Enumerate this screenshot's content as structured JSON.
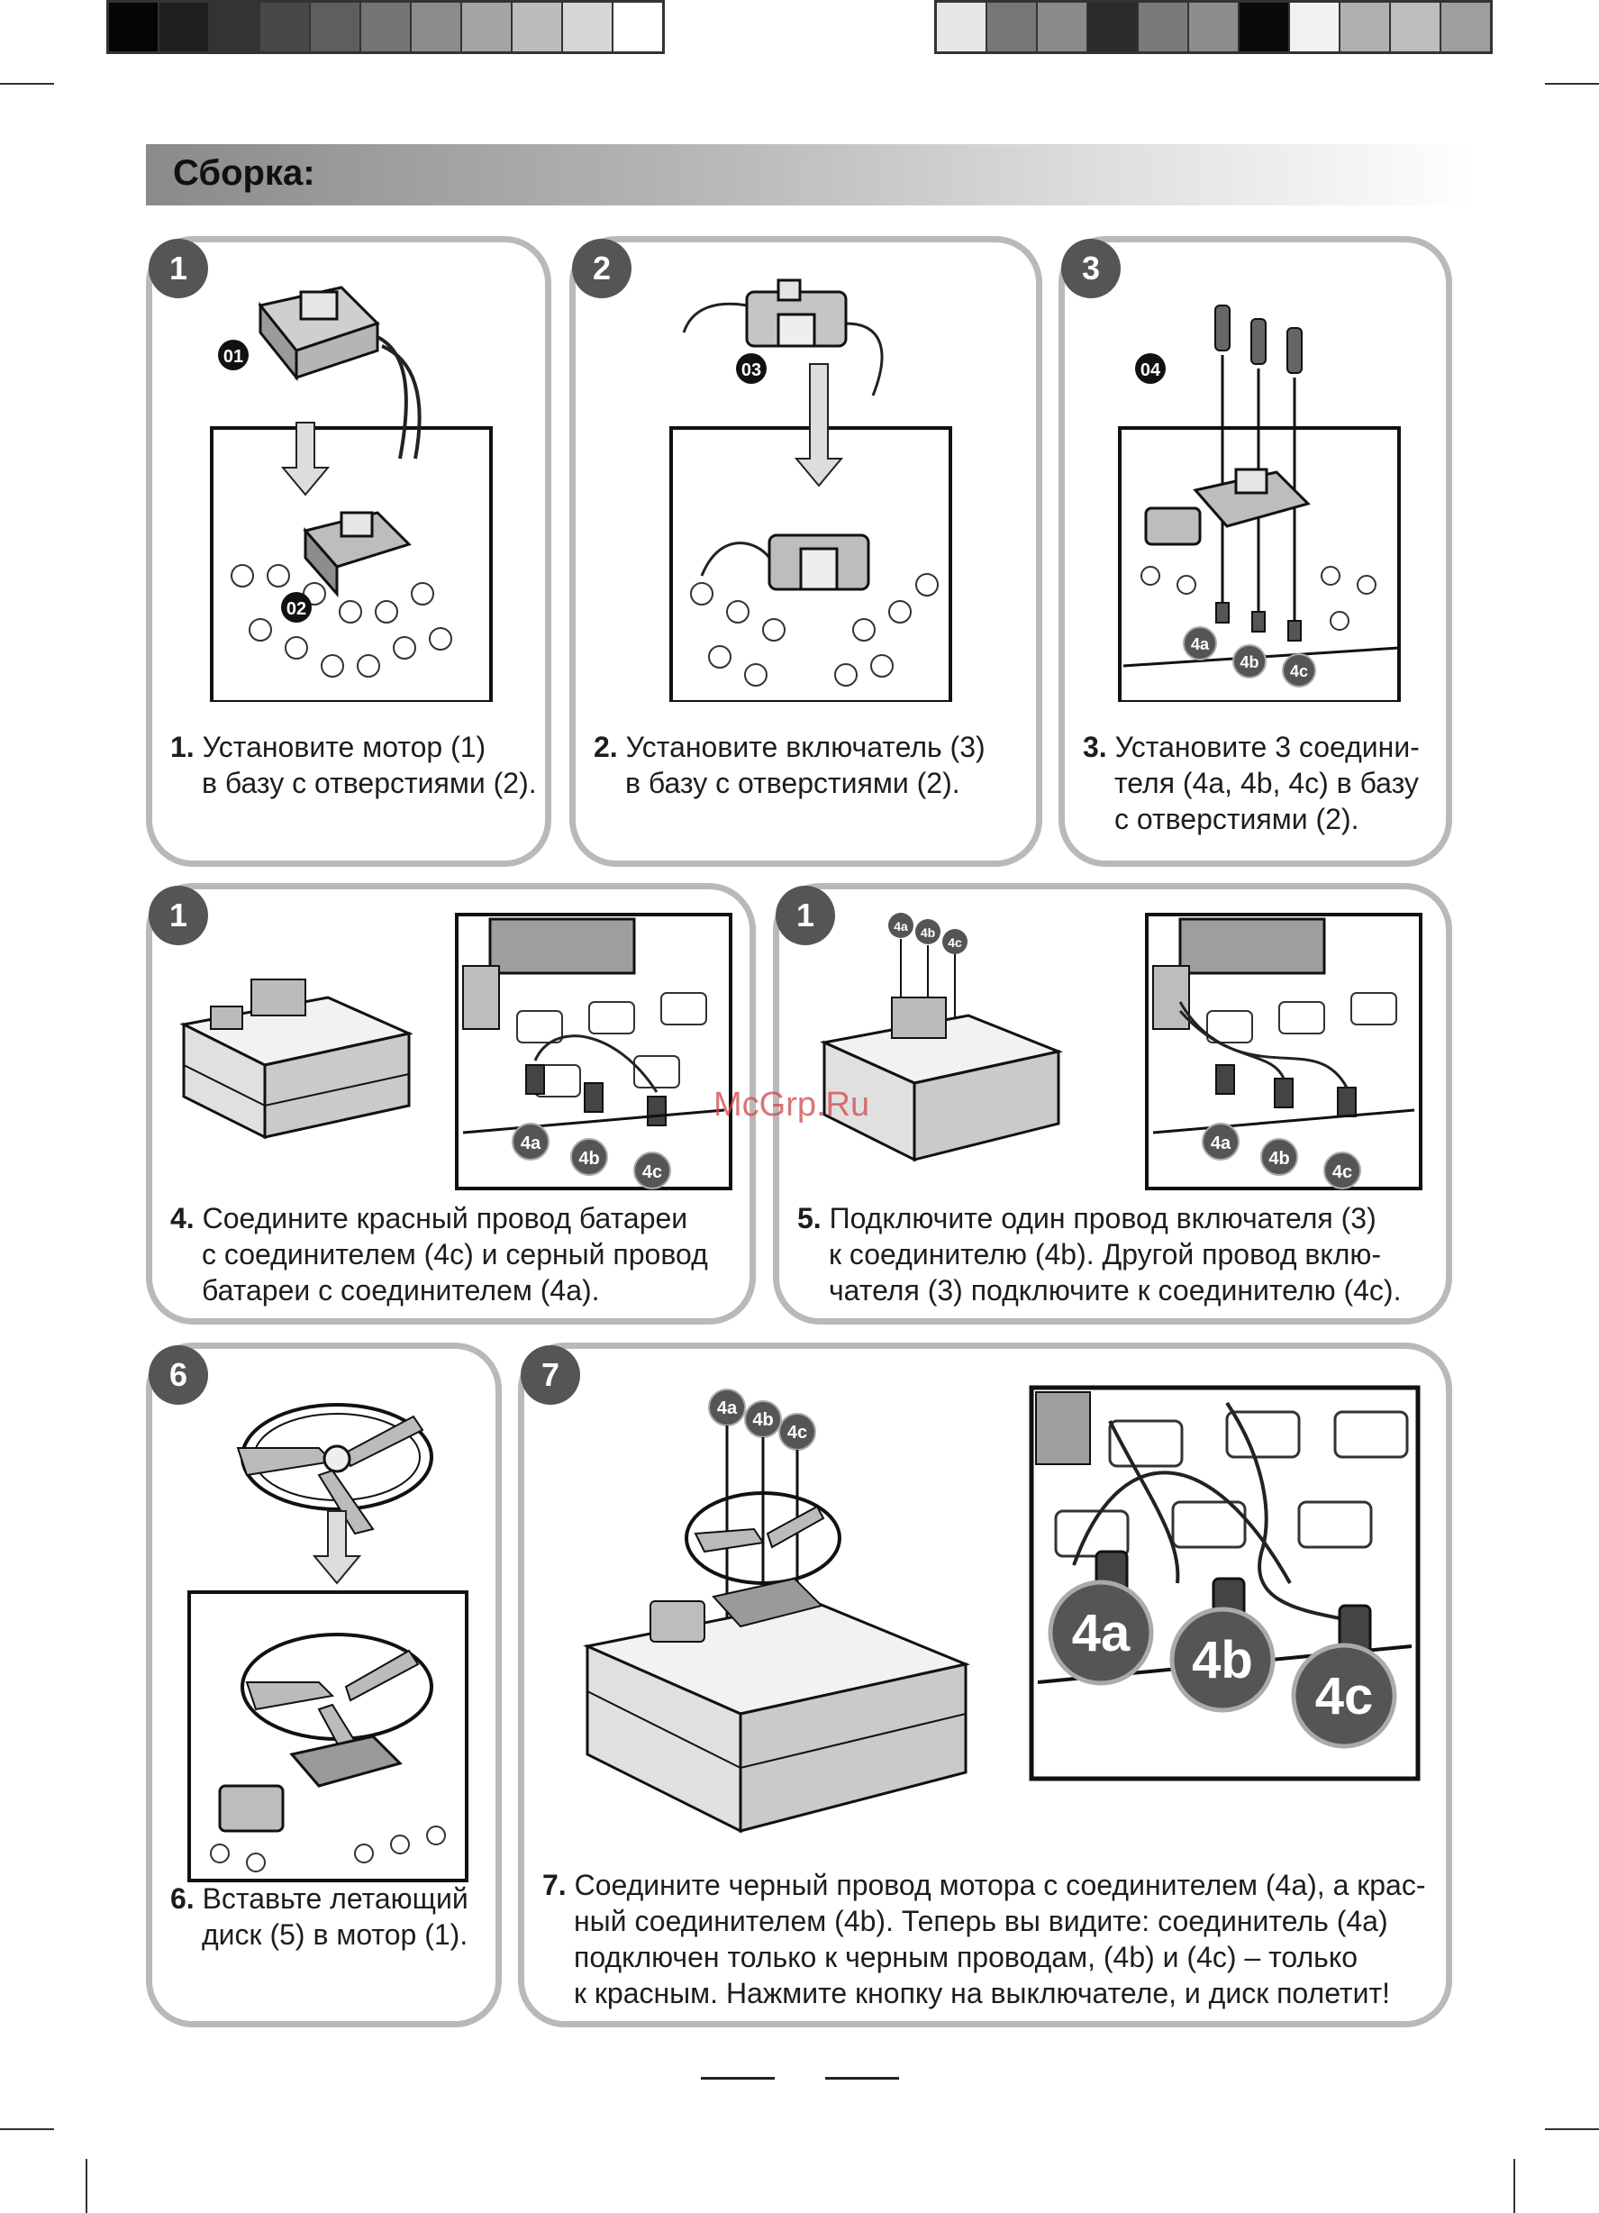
{
  "colors": {
    "bar_left": [
      "#050505",
      "#1e1e1e",
      "#333333",
      "#484848",
      "#5e5e5e",
      "#747474",
      "#8c8c8c",
      "#a4a4a4",
      "#bcbcbc",
      "#d6d6d6",
      "#ffffff"
    ],
    "bar_right": [
      "#e6e6e6",
      "#777777",
      "#8a8a8a",
      "#2b2b2b",
      "#7a7a7a",
      "#8d8d8d",
      "#0a0a0a",
      "#f2f2f2",
      "#b0b0b0",
      "#bdbdbd",
      "#9e9e9e"
    ],
    "panel_border": "#b9b9b9",
    "badge": "#555555"
  },
  "section": {
    "title": "Сборка:"
  },
  "watermark": "McGrp.Ru",
  "steps": {
    "s1": {
      "badge": "1",
      "num": "1.",
      "lines": [
        "Установите мотор (1)",
        "в базу с отверстиями (2)."
      ],
      "labels": [
        "01",
        "02"
      ]
    },
    "s2": {
      "badge": "2",
      "num": "2.",
      "lines": [
        "Установите включатель (3)",
        "в базу с отверстиями (2)."
      ],
      "labels": [
        "03"
      ]
    },
    "s3": {
      "badge": "3",
      "num": "3.",
      "lines": [
        "Установите 3 соедини-",
        "теля (4a, 4b, 4c) в базу",
        "с отверстиями (2)."
      ],
      "labels": [
        "04",
        "4a",
        "4b",
        "4c"
      ]
    },
    "s4": {
      "badge": "1",
      "num": "4.",
      "lines": [
        "Соедините красный провод батареи",
        "с соединителем (4c) и серный провод",
        "батареи с соединителем (4a)."
      ],
      "labels": [
        "4a",
        "4b",
        "4c"
      ]
    },
    "s5": {
      "badge": "1",
      "num": "5.",
      "lines": [
        "Подключите один провод включателя (3)",
        "к соединителю (4b). Другой провод вклю-",
        "чателя (3) подключите к соединителю (4c)."
      ],
      "labels": [
        "4a",
        "4b",
        "4c"
      ]
    },
    "s6": {
      "badge": "6",
      "num": "6.",
      "lines": [
        "Вставьте летающий",
        "диск (5) в мотор (1)."
      ]
    },
    "s7": {
      "badge": "7",
      "num": "7.",
      "lines": [
        "Соедините черный провод мотора с соединителем (4a),  а крас-",
        "ный соединителем (4b). Теперь вы видите: соединитель (4a)",
        "подключен только к черным проводам, (4b) и (4c) – только",
        "к красным. Нажмите кнопку на выключателе, и диск полетит!"
      ],
      "labels": [
        "4a",
        "4b",
        "4c"
      ]
    }
  }
}
